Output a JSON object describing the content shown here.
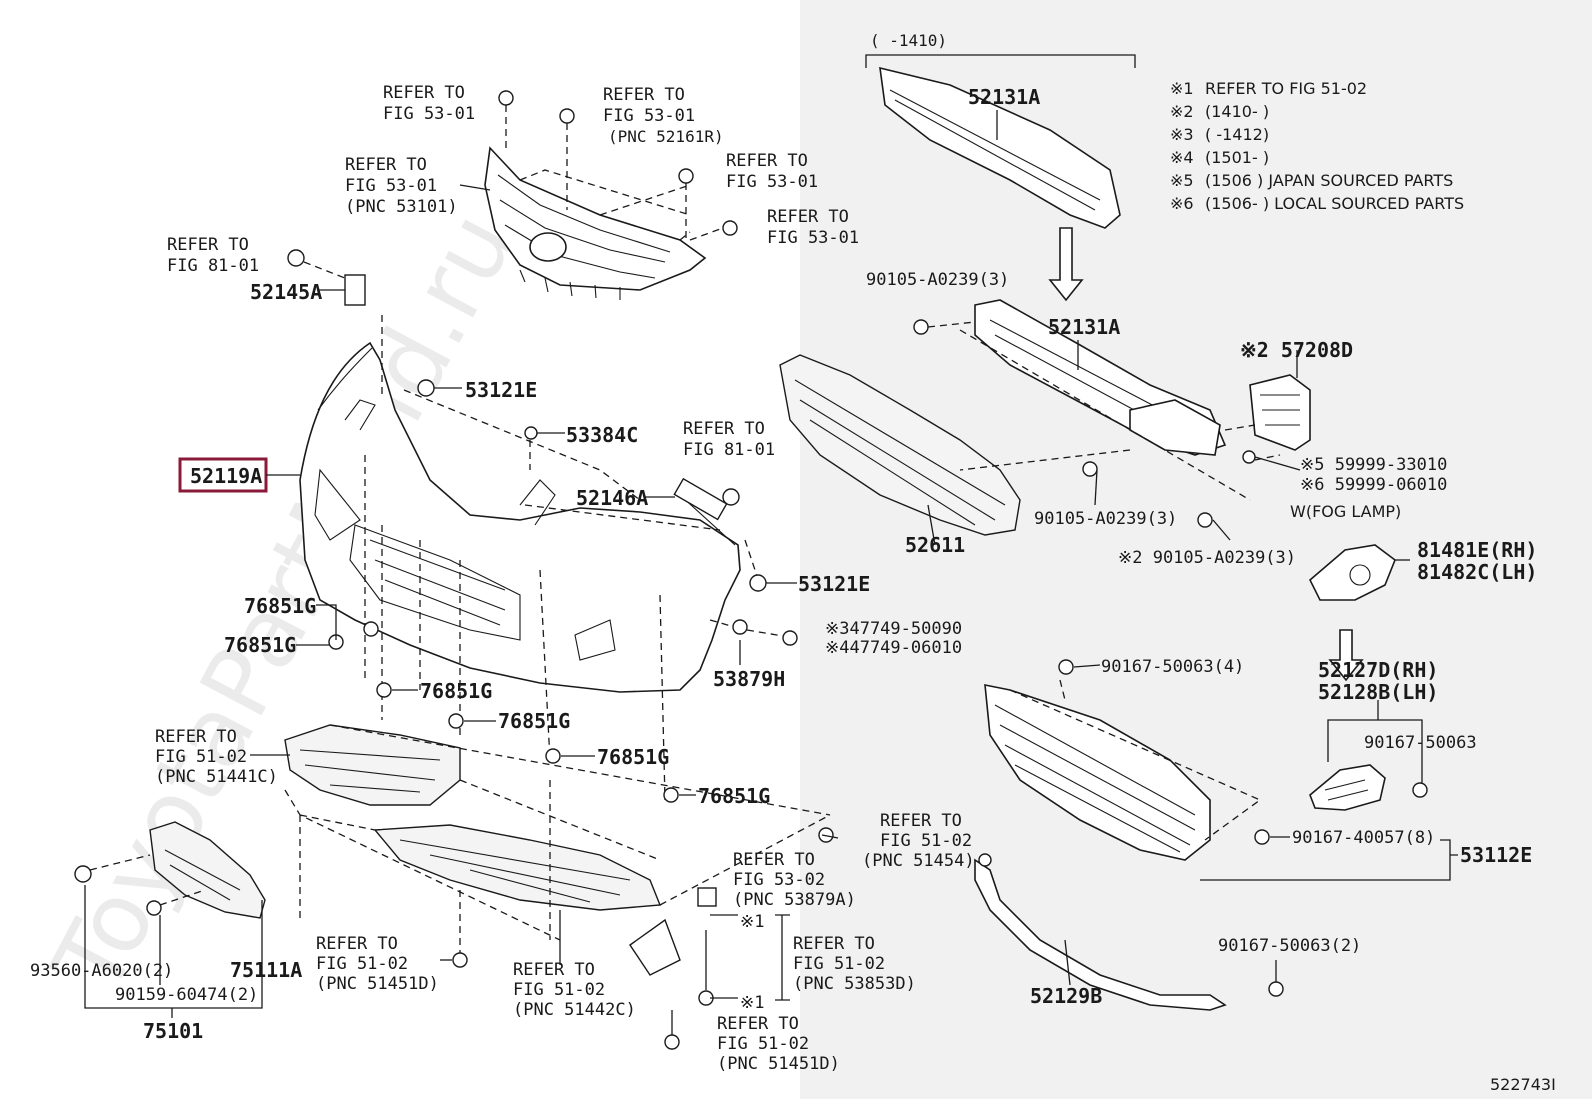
{
  "watermark": "ToyotaPartMind.ru",
  "colors": {
    "highlight": "#8b1a3a",
    "right_panel": "#f1f1f1",
    "ink": "#1a1a1a"
  },
  "footnotes": [
    {
      "mark": "※1",
      "text": "REFER TO FIG 51-02"
    },
    {
      "mark": "※2",
      "text": "(1410-      )"
    },
    {
      "mark": "※3",
      "text": "(      -1412)"
    },
    {
      "mark": "※4",
      "text": "(1501-      )"
    },
    {
      "mark": "※5",
      "text": "(1506       ) JAPAN SOURCED PARTS"
    },
    {
      "mark": "※6",
      "text": "(1506-      ) LOCAL SOURCED PARTS"
    }
  ],
  "range_top": "(      -1410)",
  "fog_lamp_note": "W(FOG LAMP)",
  "diagram_id": "522743I",
  "highlighted_part": "52119A",
  "labels": {
    "refer_5301_a_l1": "REFER TO",
    "refer_5301_a_l2": "FIG 53-01",
    "refer_5301_b_l1": "REFER TO",
    "refer_5301_b_l2": "FIG 53-01",
    "refer_5301_b_l3": "(PNC 52161R)",
    "refer_5301_c_l1": "REFER TO",
    "refer_5301_c_l2": "FIG 53-01",
    "refer_5301_c_l3": "(PNC 53101)",
    "refer_5301_d_l1": "REFER TO",
    "refer_5301_d_l2": "FIG 53-01",
    "refer_5301_e_l1": "REFER TO",
    "refer_5301_e_l2": "FIG 53-01",
    "refer_8101_a_l1": "REFER TO",
    "refer_8101_a_l2": "FIG 81-01",
    "refer_8101_b_l1": "REFER TO",
    "refer_8101_b_l2": "FIG 81-01",
    "p52145A": "52145A",
    "p53121E_a": "53121E",
    "p53384C": "53384C",
    "p52146A": "52146A",
    "p53121E_b": "53121E",
    "p76851G_1": "76851G",
    "p76851G_2": "76851G",
    "p76851G_3": "76851G",
    "p76851G_4": "76851G",
    "p76851G_5": "76851G",
    "p76851G_6": "76851G",
    "p53879H": "53879H",
    "p47749_a": "※347749-50090",
    "p47749_b": "※447749-06010",
    "refer_5102_a_l1": "REFER TO",
    "refer_5102_a_l2": "FIG 51-02",
    "refer_5102_a_l3": "(PNC 51441C)",
    "refer_5102_b_l1": "REFER TO",
    "refer_5102_b_l2": "FIG 51-02",
    "refer_5102_b_l3": "(PNC 51454)",
    "refer_5302_l1": "REFER TO",
    "refer_5302_l2": "FIG 53-02",
    "refer_5302_l3": "(PNC 53879A)",
    "refer_5102_c_l1": "REFER TO",
    "refer_5102_c_l2": "FIG 51-02",
    "refer_5102_c_l3": "(PNC 51451D)",
    "refer_5102_d_l1": "REFER TO",
    "refer_5102_d_l2": "FIG 51-02",
    "refer_5102_d_l3": "(PNC 51442C)",
    "refer_5102_e_l1": "REFER TO",
    "refer_5102_e_l2": "FIG 51-02",
    "refer_5102_e_l3": "(PNC 53853D)",
    "refer_5102_f_l1": "REFER TO",
    "refer_5102_f_l2": "FIG 51-02",
    "refer_5102_f_l3": "(PNC 51451D)",
    "mark1_a": "※1",
    "mark1_b": "※1",
    "p93560": "93560-A6020(2)",
    "p90159": "90159-60474(2)",
    "p75111A": "75111A",
    "p75101": "75101",
    "p52131A_top": "52131A",
    "p52131A_mid": "52131A",
    "p90105_a": "90105-A0239(3)",
    "p90105_b": "90105-A0239(3)",
    "p90105_c": "※2 90105-A0239(3)",
    "p57208D": "※2 57208D",
    "p59999_a": "※5 59999-33010",
    "p59999_b": "※6 59999-06010",
    "p52611": "52611",
    "p81481E": "81481E(RH)",
    "p81482C": "81482C(LH)",
    "p52127D": "52127D(RH)",
    "p52128B": "52128B(LH)",
    "p90167_50063_4": "90167-50063(4)",
    "p90167_50063": "90167-50063",
    "p90167_40057": "90167-40057(8)",
    "p53112E": "53112E",
    "p90167_50063_2": "90167-50063(2)",
    "p52129B": "52129B"
  }
}
